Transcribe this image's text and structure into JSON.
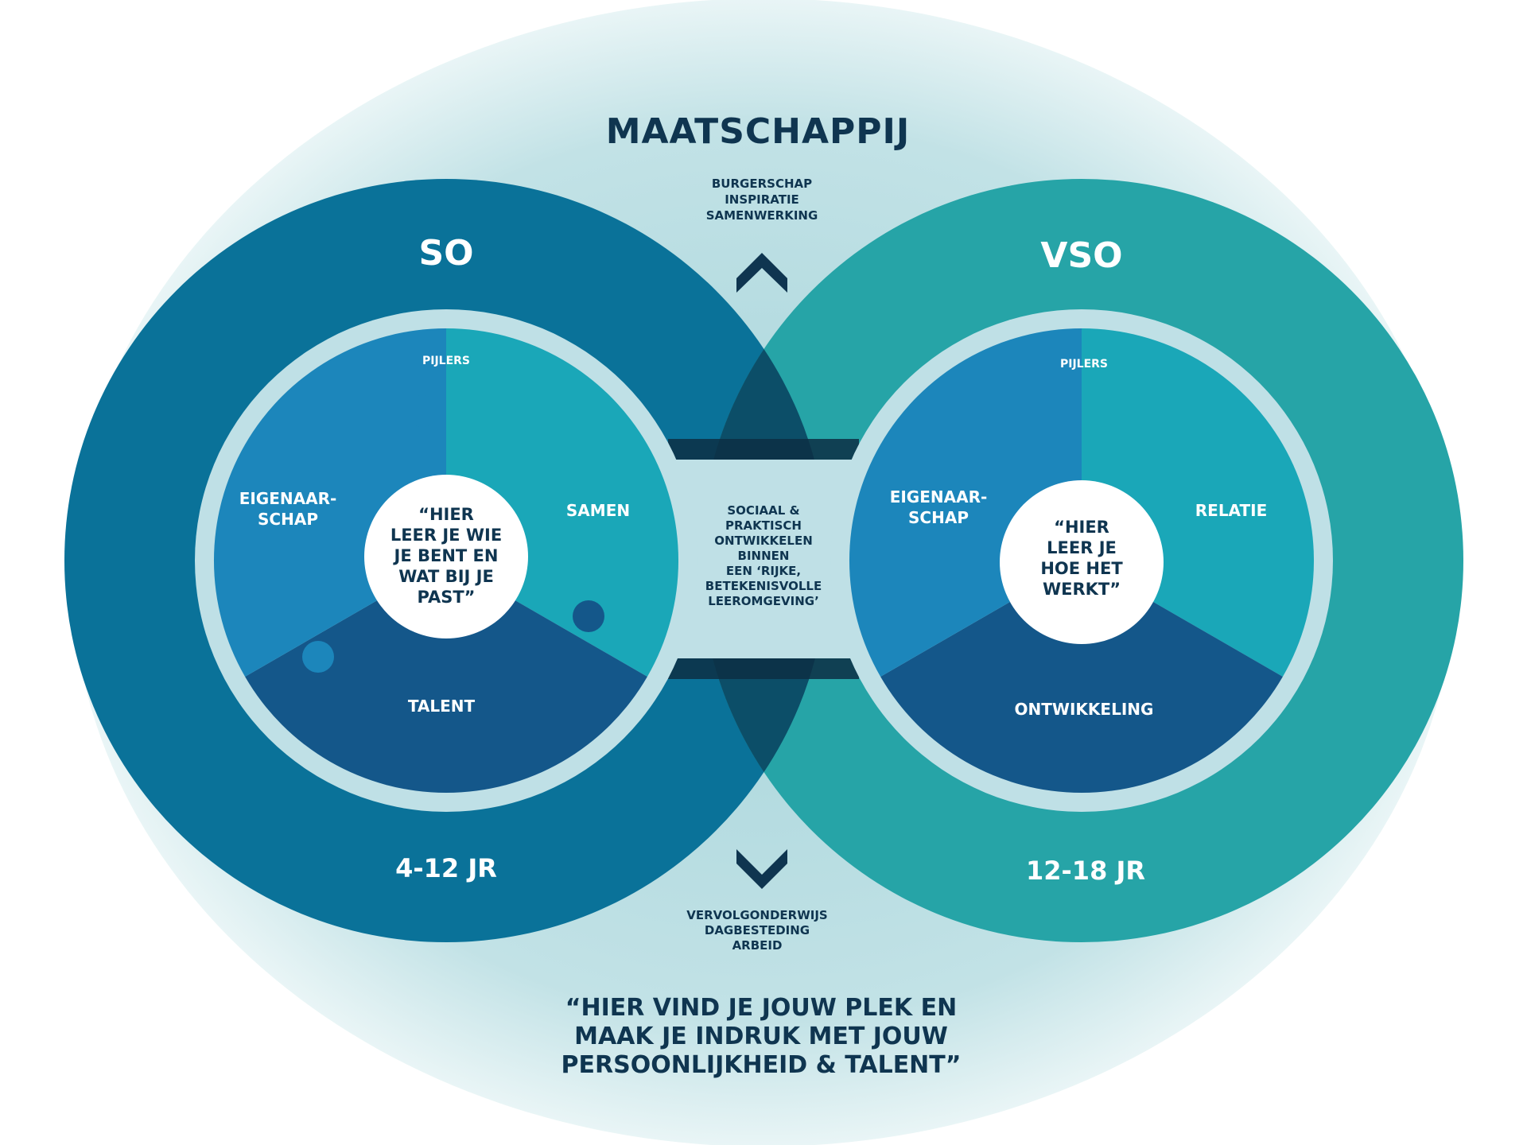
{
  "society": {
    "title": "MAATSCHAPPIJ",
    "top_items": [
      "BURGERSCHAP",
      "INSPIRATIE",
      "SAMENWERKING"
    ],
    "bottom_items": [
      "VERVOLGONDERWIJS",
      "DAGBESTEDING",
      "ARBEID"
    ],
    "quote_lines": [
      "“HIER VIND JE JOUW PLEK EN",
      "MAAK JE INDRUK MET JOUW",
      "PERSOONLIJKHEID & TALENT”"
    ]
  },
  "center": {
    "lines": [
      "SOCIAAL &",
      "PRAKTISCH",
      "ONTWIKKELEN",
      "BINNEN",
      "EEN ‘RIJKE,",
      "BETEKENISVOLLE",
      "LEEROMGEVING’"
    ]
  },
  "so": {
    "title": "SO",
    "age": "4-12 JR",
    "pillars_label": "PIJLERS",
    "pillar_left": [
      "EIGENAAR-",
      "SCHAP"
    ],
    "pillar_right": "SAMEN",
    "pillar_bottom": "TALENT",
    "quote_lines": [
      "“HIER",
      "LEER JE WIE",
      "JE BENT EN",
      "WAT BIJ JE",
      "PAST”"
    ]
  },
  "vso": {
    "title": "VSO",
    "age": "12-18 JR",
    "pillars_label": "PIJLERS",
    "pillar_left": [
      "EIGENAAR-",
      "SCHAP"
    ],
    "pillar_right": "RELATIE",
    "pillar_bottom": "ONTWIKKELING",
    "quote_lines": [
      "“HIER",
      "LEER JE",
      "HOE HET",
      "WERKT”"
    ]
  },
  "colors": {
    "outer": "#cde7ea",
    "so_ring": "#0a7299",
    "vso_ring": "#26a4a7",
    "overlap": "#0c4e68",
    "light_ring": "#bfe0e6",
    "seg_left": "#1c86bb",
    "seg_right": "#1aa7b8",
    "seg_bottom": "#14578a",
    "dark_text": "#0f3550"
  }
}
